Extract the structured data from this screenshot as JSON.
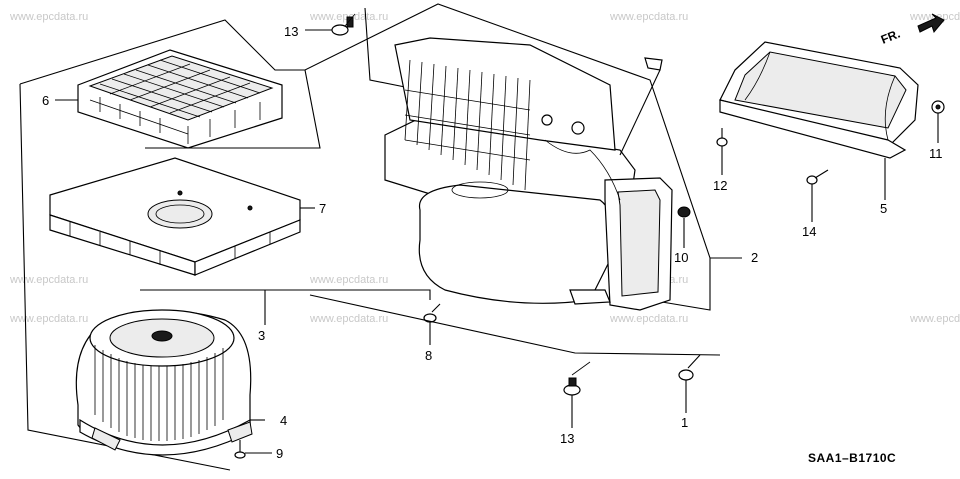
{
  "watermark_text": "www.epcdata.ru",
  "direction_label": "FR.",
  "diagram_code": "SAA1–B1710C",
  "callouts": {
    "c1": "1",
    "c2": "2",
    "c3": "3",
    "c4": "4",
    "c5": "5",
    "c6": "6",
    "c7": "7",
    "c8": "8",
    "c9": "9",
    "c10": "10",
    "c11": "11",
    "c12": "12",
    "c13a": "13",
    "c13b": "13",
    "c14": "14"
  }
}
